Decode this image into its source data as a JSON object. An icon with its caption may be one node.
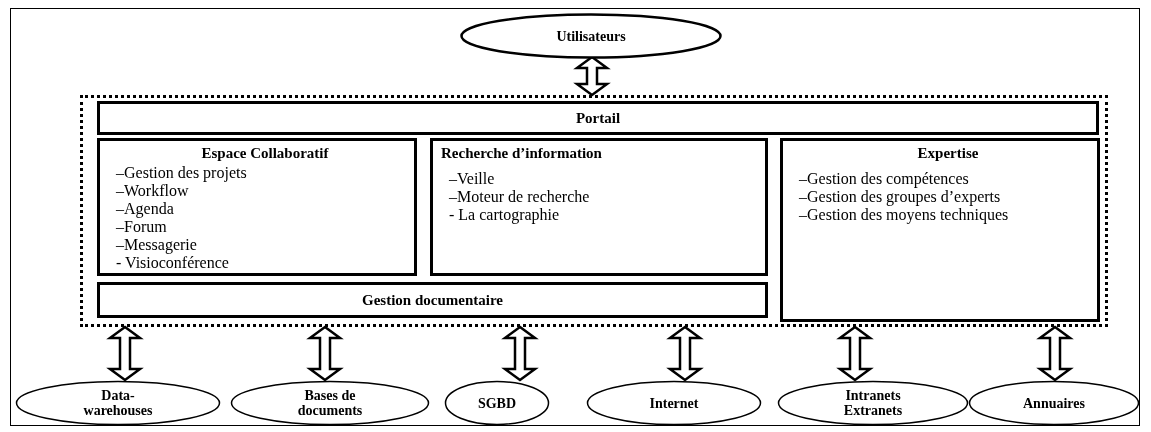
{
  "diagram": {
    "nodes": [
      {
        "text": [
          "Utilisateurs"
        ]
      },
      {
        "text": [],
        "shape": "box"
      },
      {
        "text": [
          "Portail"
        ],
        "in": 1
      },
      {
        "text": [
          "Espace Collaboratif",
          "–Gestion des projets",
          "–Workflow",
          "–Agenda",
          "–Forum",
          "–Messagerie",
          "- Visioconférence"
        ],
        "in": 1
      },
      {
        "text": [
          "Recherche d’information",
          "–Veille",
          "–Moteur de recherche",
          "- La cartographie"
        ],
        "in": 1
      },
      {
        "text": [
          "Expertise",
          "–Gestion des compétences",
          "–Gestion des groupes d’experts",
          "–Gestion des moyens techniques"
        ],
        "in": 1
      },
      {
        "text": [
          "Gestion documentaire"
        ],
        "in": 1
      },
      {
        "text": [
          "Data-warehouses"
        ]
      },
      {
        "text": [
          "Bases de documents"
        ]
      },
      {
        "text": [
          "SGBD"
        ]
      },
      {
        "text": [
          "Internet"
        ]
      },
      {
        "text": [
          "Intranets Extranets"
        ]
      },
      {
        "text": [
          "Annuaires"
        ]
      }
    ],
    "edges": [
      {
        "from": 0,
        "to": 1,
        "arrow": "both"
      },
      {
        "from": 1,
        "to": 7,
        "arrow": "both"
      },
      {
        "from": 1,
        "to": 8,
        "arrow": "both"
      },
      {
        "from": 1,
        "to": 9,
        "arrow": "both"
      },
      {
        "from": 1,
        "to": 10,
        "arrow": "both"
      },
      {
        "from": 1,
        "to": 11,
        "arrow": "both"
      },
      {
        "from": 1,
        "to": 12,
        "arrow": "both"
      }
    ]
  }
}
